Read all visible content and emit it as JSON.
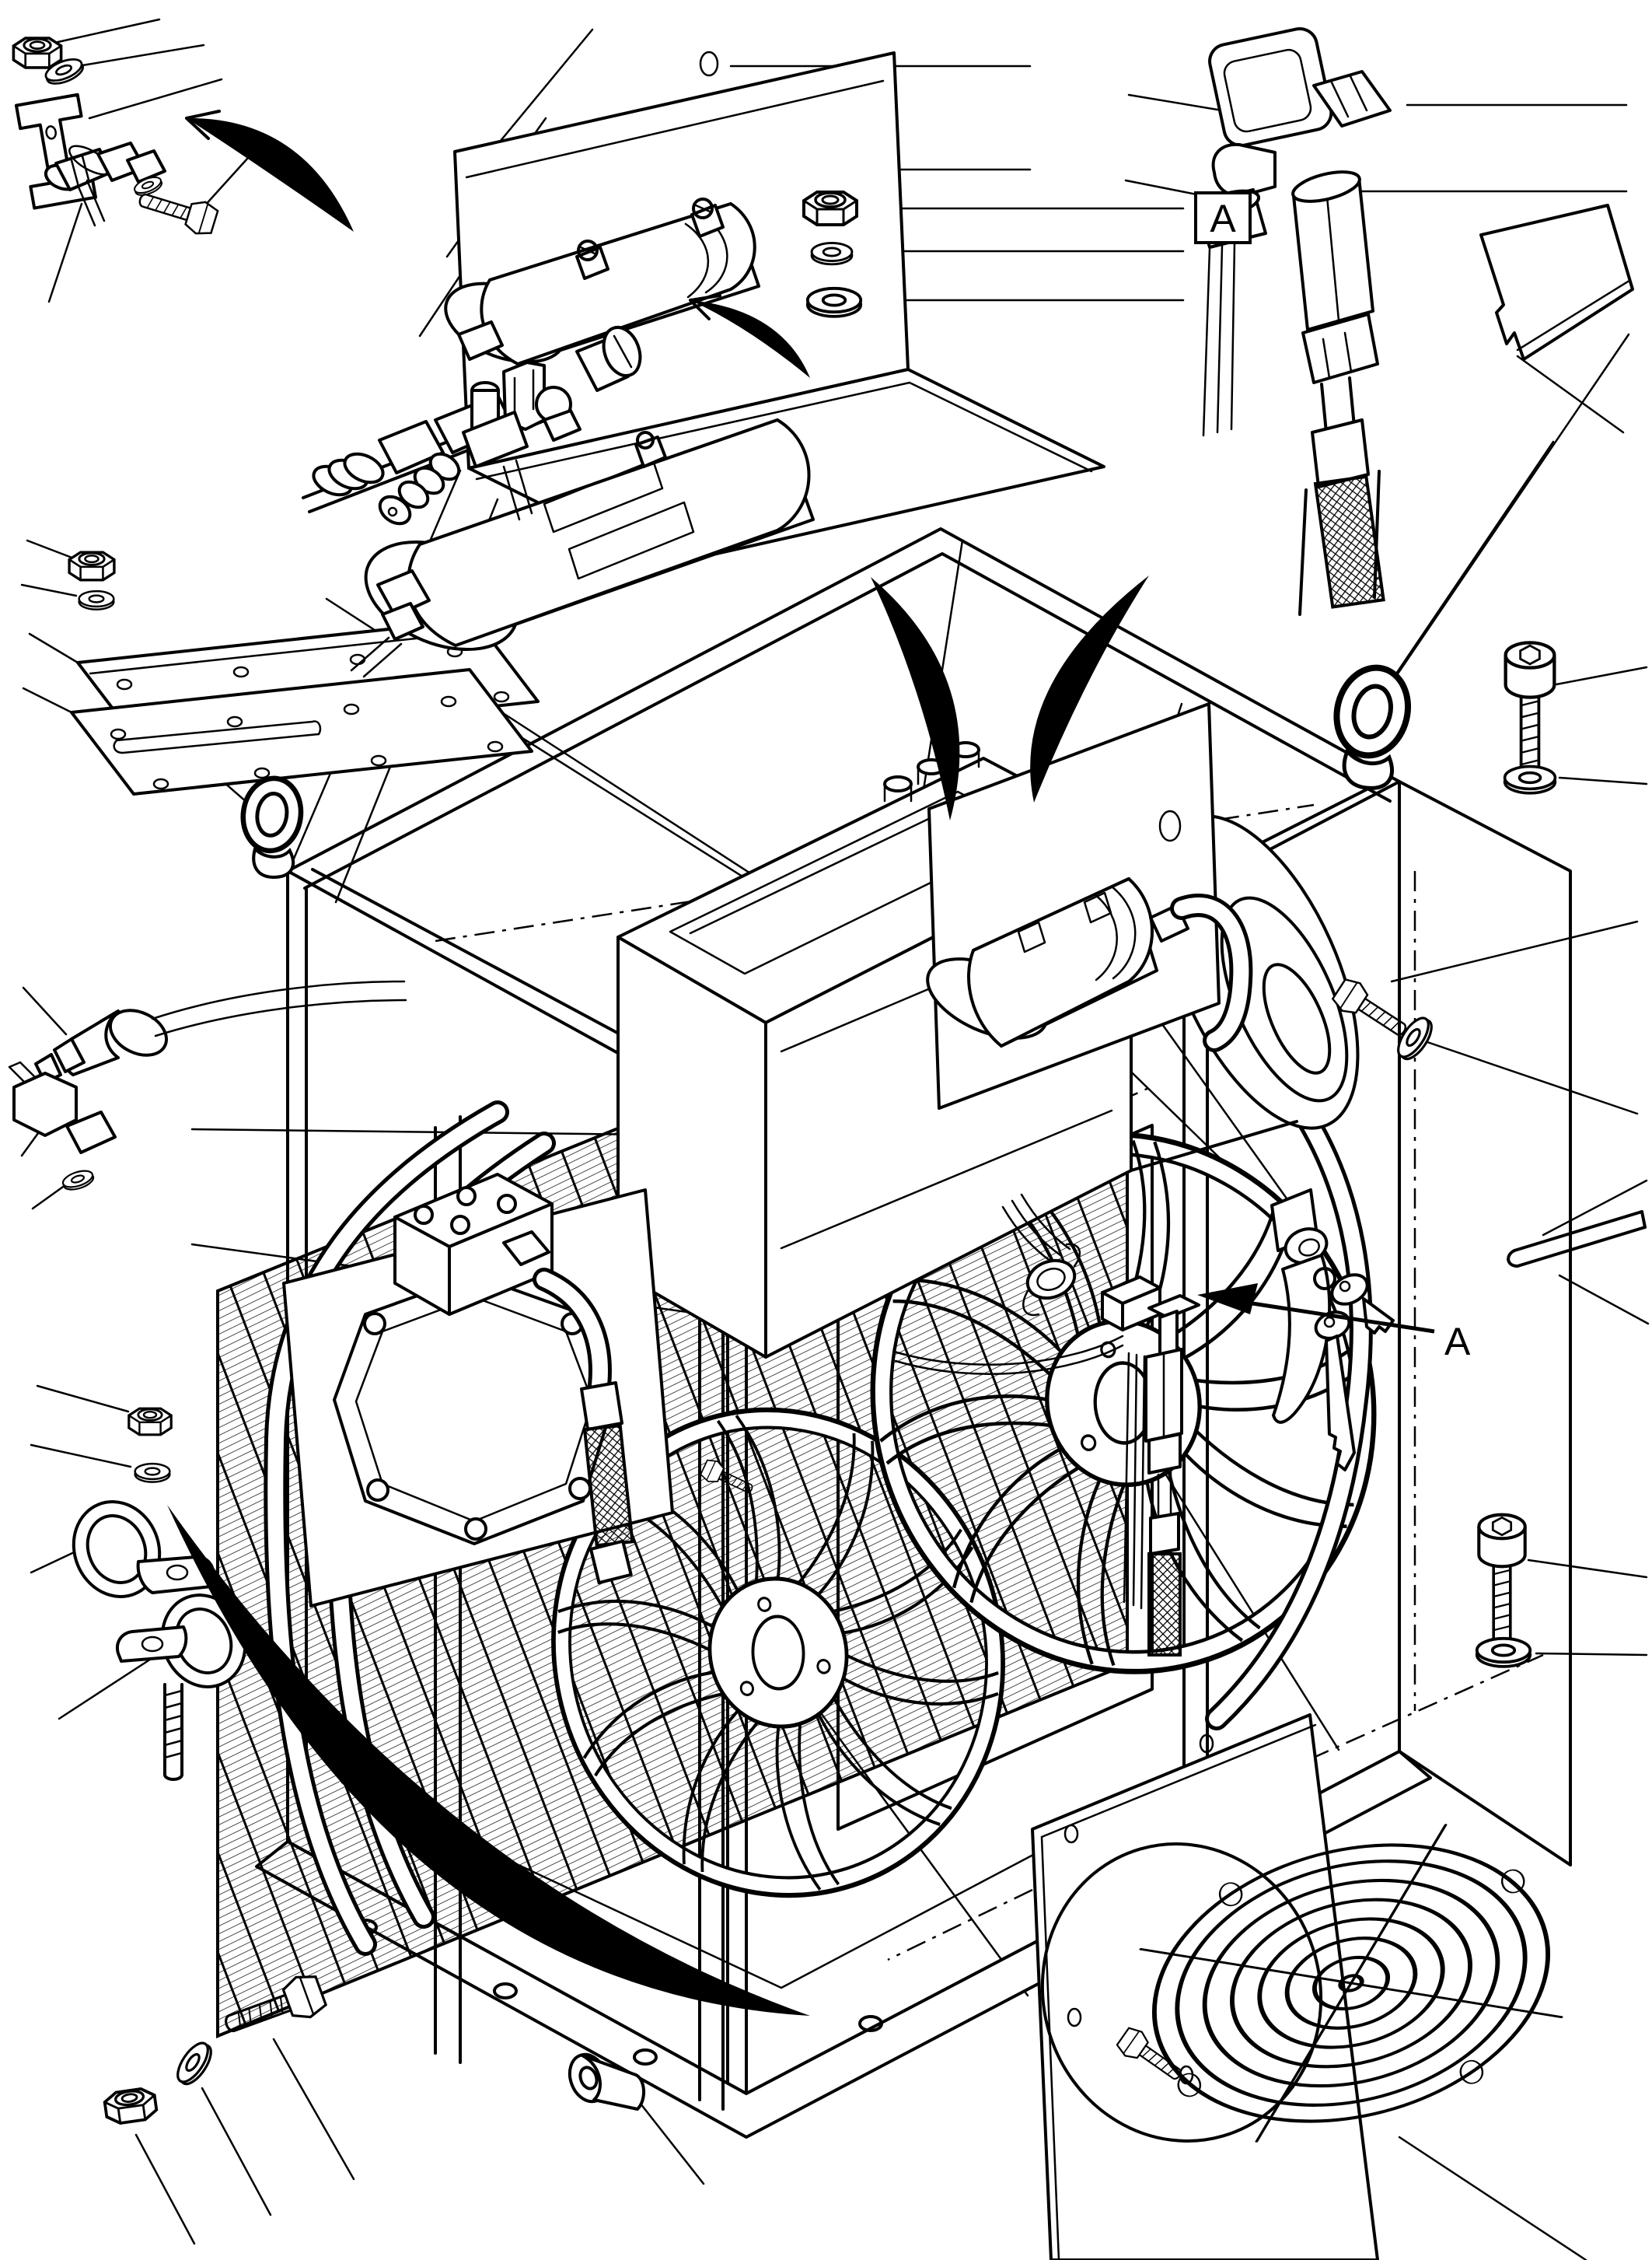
{
  "document": {
    "kind": "exploded-parts-diagram",
    "subject": "condenser cooling unit assembly (line drawing, exploded view)",
    "page_background": "#ffffff",
    "ink_color": "#000000"
  },
  "callouts": {
    "boxed": "A",
    "arrow": "A"
  }
}
